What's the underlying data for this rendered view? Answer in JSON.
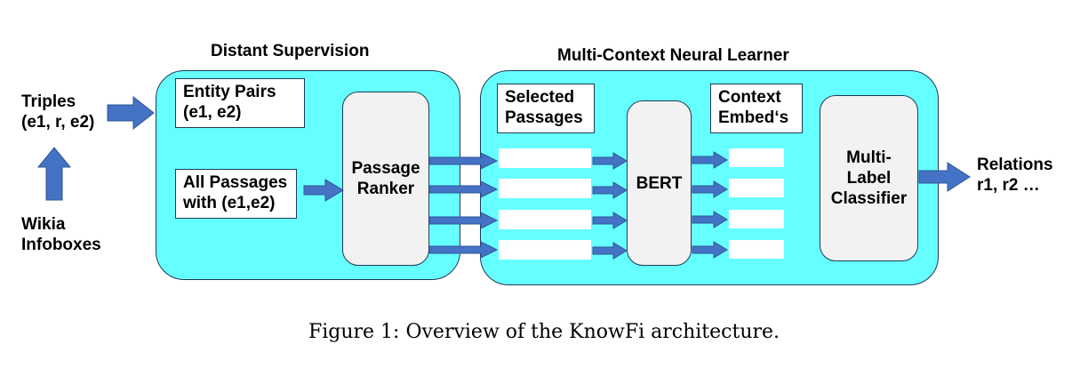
{
  "colors": {
    "group_fill": "#66ffff",
    "arrow": "#4472c4",
    "border": "#1f3b57",
    "inner_fill": "#f2f2f2"
  },
  "inputs": {
    "triples": "Triples\n(e1, r, e2)",
    "wikia": "Wikia\nInfoboxes"
  },
  "distant_supervision": {
    "title": "Distant Supervision",
    "entity_pairs": "Entity Pairs\n(e1, e2)",
    "all_passages": "All Passages\nwith (e1,e2)",
    "passage_ranker": "Passage\nRanker"
  },
  "neural_learner": {
    "title": "Multi-Context Neural Learner",
    "selected_passages": "Selected\nPassages",
    "bert": "BERT",
    "context_embeds": "Context\nEmbed‘s",
    "classifier": "Multi-\nLabel\nClassifier"
  },
  "output": {
    "relations": "Relations\nr1, r2 …"
  },
  "caption": "Figure 1: Overview of the KnowFi architecture."
}
